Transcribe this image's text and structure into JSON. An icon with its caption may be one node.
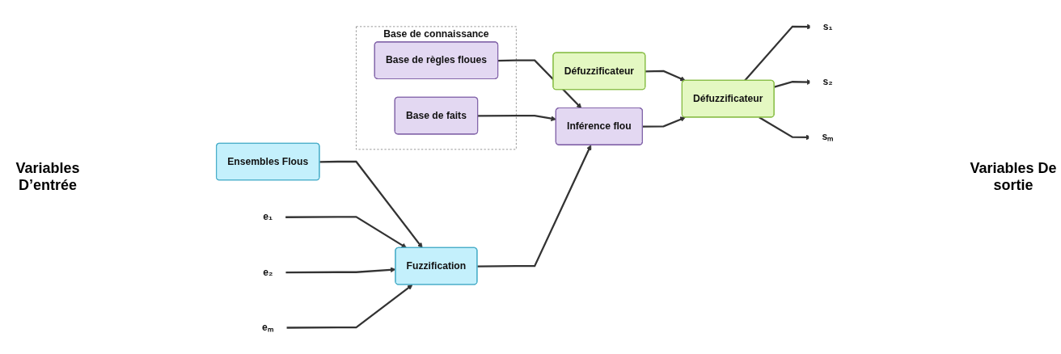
{
  "diagram": {
    "nodes": [
      {
        "text": [
          "Base de connaissance"
        ]
      },
      {
        "text": [
          "Base de règles floues"
        ],
        "in": 0
      },
      {
        "text": [
          "Base de faits"
        ],
        "in": 0
      },
      {
        "text": [
          "Ensembles Flous"
        ]
      },
      {
        "text": [
          "Défuzzificateur"
        ]
      },
      {
        "text": [
          "Fuzzification"
        ]
      },
      {
        "text": [
          "Inférence flou"
        ]
      },
      {
        "text": [
          "Défuzzificateur"
        ]
      },
      {
        "text": [
          "e₁"
        ]
      },
      {
        "text": [
          "e₂"
        ]
      },
      {
        "text": [
          "eₘ"
        ]
      },
      {
        "text": [
          "s₁"
        ]
      },
      {
        "text": [
          "s₂"
        ]
      },
      {
        "text": [
          "sₘ"
        ]
      }
    ],
    "edges": [
      {
        "from": 3,
        "to": 5,
        "arrow": "to"
      },
      {
        "from": 1,
        "to": 6,
        "arrow": "to"
      },
      {
        "from": 2,
        "to": 6,
        "arrow": "to"
      },
      {
        "from": 4,
        "to": 7,
        "arrow": "to"
      },
      {
        "from": 8,
        "to": 5,
        "arrow": "to"
      },
      {
        "from": 9,
        "to": 5,
        "arrow": "to"
      },
      {
        "from": 10,
        "to": 5,
        "arrow": "to"
      },
      {
        "from": 5,
        "to": 6,
        "arrow": "to"
      },
      {
        "from": 6,
        "to": 7,
        "arrow": "to"
      },
      {
        "from": 7,
        "to": 11,
        "arrow": "to"
      },
      {
        "from": 7,
        "to": 12,
        "arrow": "to"
      },
      {
        "from": 7,
        "to": 13,
        "arrow": "to"
      }
    ],
    "labels": [
      "Variables D’entrée",
      "Variables De sortie"
    ]
  }
}
